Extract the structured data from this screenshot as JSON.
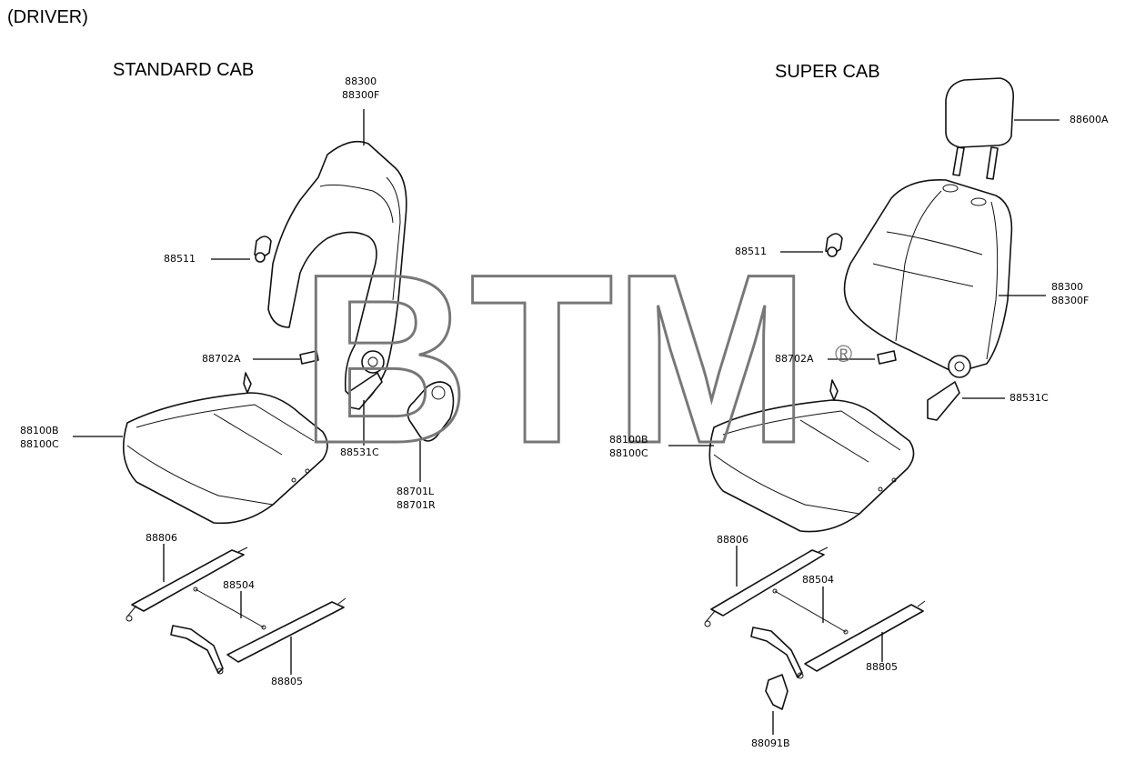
{
  "header": {
    "variant": "(DRIVER)"
  },
  "sections": {
    "standard": {
      "title": "STANDARD CAB"
    },
    "super": {
      "title": "SUPER CAB"
    }
  },
  "watermark": {
    "text": "BTM",
    "mark": "®"
  },
  "callouts": {
    "std_88300": [
      "88300",
      "88300F"
    ],
    "std_88511": "88511",
    "std_88702A": "88702A",
    "std_88100": [
      "88100B",
      "88100C"
    ],
    "std_88531C": "88531C",
    "std_88701": [
      "88701L",
      "88701R"
    ],
    "std_88806": "88806",
    "std_88504": "88504",
    "std_88805": "88805",
    "sup_88600A": "88600A",
    "sup_88511": "88511",
    "sup_88300": [
      "88300",
      "88300F"
    ],
    "sup_88702A": "88702A",
    "sup_88531C": "88531C",
    "sup_88100": [
      "88100B",
      "88100C"
    ],
    "sup_88806": "88806",
    "sup_88504": "88504",
    "sup_88805": "88805",
    "sup_88091B": "88091B"
  }
}
